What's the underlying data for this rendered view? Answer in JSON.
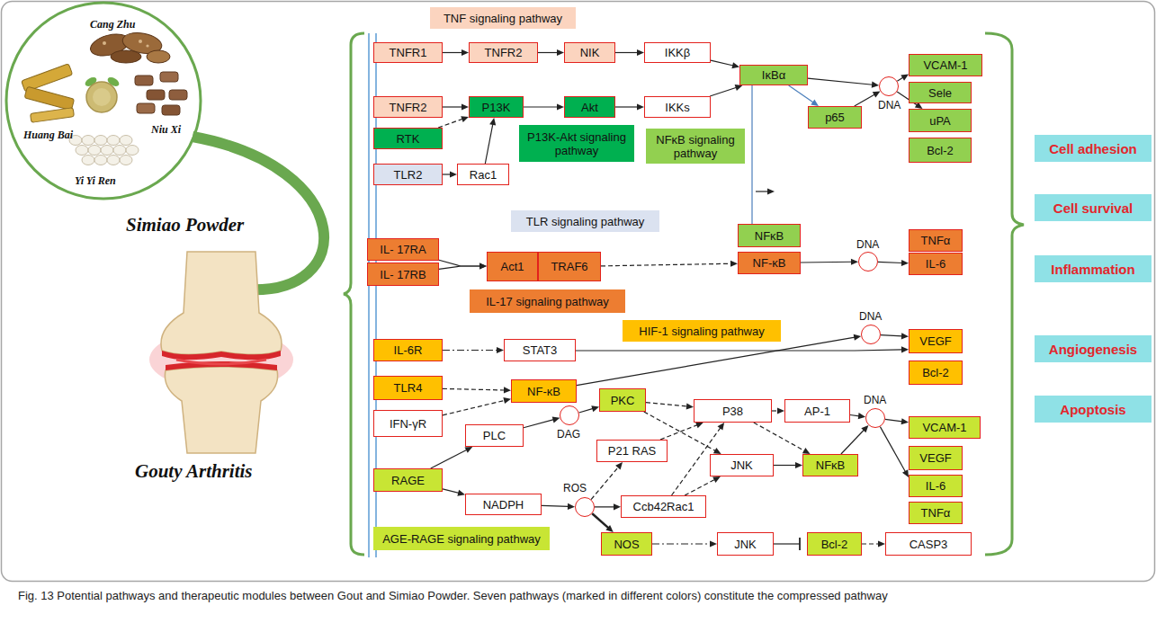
{
  "diagram": {
    "caption": "Fig. 13 Potential pathways and therapeutic modules between Gout and Simiao Powder. Seven pathways (marked in different colors) constitute the compressed pathway",
    "nodes": [
      {
        "text": [
          "TNF signaling pathway"
        ]
      },
      {
        "text": [
          "TNFR1"
        ]
      },
      {
        "text": [
          "TNFR2"
        ]
      },
      {
        "text": [
          "NIK"
        ]
      },
      {
        "text": [
          "IKKβ"
        ]
      },
      {
        "text": [
          "IκBα"
        ]
      },
      {
        "text": [
          "DNA"
        ]
      },
      {
        "text": [
          "VCAM-1"
        ]
      },
      {
        "text": [
          "Sele"
        ]
      },
      {
        "text": [
          "uPA"
        ]
      },
      {
        "text": [
          "Bcl-2"
        ]
      },
      {
        "text": [
          "p65"
        ]
      },
      {
        "text": [
          "TNFR2"
        ]
      },
      {
        "text": [
          "P13K"
        ]
      },
      {
        "text": [
          "Akt"
        ]
      },
      {
        "text": [
          "IKKs"
        ]
      },
      {
        "text": [
          "RTK"
        ]
      },
      {
        "text": [
          "P13K-Akt signaling pathway"
        ]
      },
      {
        "text": [
          "NFκB signaling pathway"
        ]
      },
      {
        "text": [
          "TLR2"
        ]
      },
      {
        "text": [
          "Rac1"
        ]
      },
      {
        "text": [
          "TLR signaling pathway"
        ]
      },
      {
        "text": [
          "NFκB"
        ]
      },
      {
        "text": [
          "IL- 17RA"
        ]
      },
      {
        "text": [
          "IL- 17RB"
        ]
      },
      {
        "text": [
          "Act1"
        ]
      },
      {
        "text": [
          "TRAF6"
        ]
      },
      {
        "text": [
          "NF-κB"
        ]
      },
      {
        "text": [
          "DNA"
        ]
      },
      {
        "text": [
          "TNFα"
        ]
      },
      {
        "text": [
          "IL-6"
        ]
      },
      {
        "text": [
          "IL-17 signaling pathway"
        ]
      },
      {
        "text": [
          "HIF-1 signaling pathway"
        ]
      },
      {
        "text": [
          "DNA"
        ]
      },
      {
        "text": [
          "IL-6R"
        ]
      },
      {
        "text": [
          "STAT3"
        ]
      },
      {
        "text": [
          "VEGF"
        ]
      },
      {
        "text": [
          "Bcl-2"
        ]
      },
      {
        "text": [
          "TLR4"
        ]
      },
      {
        "text": [
          "NF-κB"
        ]
      },
      {
        "text": [
          "IFN-γR"
        ]
      },
      {
        "text": [
          "PKC"
        ]
      },
      {
        "text": [
          "DAG"
        ]
      },
      {
        "text": [
          "P38"
        ]
      },
      {
        "text": [
          "AP-1"
        ]
      },
      {
        "text": [
          "DNA"
        ]
      },
      {
        "text": [
          "PLC"
        ]
      },
      {
        "text": [
          "P21 RAS"
        ]
      },
      {
        "text": [
          "JNK"
        ]
      },
      {
        "text": [
          "NFκB"
        ]
      },
      {
        "text": [
          "VCAM-1"
        ]
      },
      {
        "text": [
          "VEGF"
        ]
      },
      {
        "text": [
          "IL-6"
        ]
      },
      {
        "text": [
          "TNFα"
        ]
      },
      {
        "text": [
          "RAGE"
        ]
      },
      {
        "text": [
          "NADPH"
        ]
      },
      {
        "text": [
          "ROS"
        ]
      },
      {
        "text": [
          "Ccb42Rac1"
        ]
      },
      {
        "text": [
          "AGE-RAGE signaling pathway"
        ]
      },
      {
        "text": [
          "NOS"
        ]
      },
      {
        "text": [
          "JNK"
        ]
      },
      {
        "text": [
          "Bcl-2"
        ]
      },
      {
        "text": [
          "CASP3"
        ]
      },
      {
        "text": [
          "Cell adhesion"
        ]
      },
      {
        "text": [
          "Cell survival"
        ]
      },
      {
        "text": [
          "Inflammation"
        ]
      },
      {
        "text": [
          "Angiogenesis"
        ]
      },
      {
        "text": [
          "Apoptosis"
        ]
      }
    ],
    "edges": [
      {
        "from": 1,
        "to": 2,
        "arrow": "to"
      },
      {
        "from": 2,
        "to": 3,
        "arrow": "to"
      },
      {
        "from": 3,
        "to": 4,
        "arrow": "to"
      },
      {
        "from": 4,
        "to": 5,
        "arrow": "to"
      },
      {
        "from": 5,
        "to": 6,
        "arrow": "to"
      },
      {
        "from": 5,
        "to": 11,
        "arrow": "to"
      },
      {
        "from": 5,
        "to": 22,
        "arrow": "none"
      },
      {
        "from": 11,
        "to": 6,
        "arrow": "to"
      },
      {
        "from": 6,
        "to": 7,
        "arrow": "to"
      },
      {
        "from": 6,
        "to": 9,
        "arrow": "to"
      },
      {
        "from": 12,
        "to": 13,
        "arrow": "to"
      },
      {
        "from": 13,
        "to": 14,
        "arrow": "to"
      },
      {
        "from": 14,
        "to": 15,
        "arrow": "to"
      },
      {
        "from": 15,
        "to": 5,
        "arrow": "to"
      },
      {
        "from": 16,
        "to": 13,
        "arrow": "to"
      },
      {
        "from": 19,
        "to": 20,
        "arrow": "to"
      },
      {
        "from": 20,
        "to": 13,
        "arrow": "to"
      },
      {
        "from": 23,
        "to": 25,
        "arrow": "to"
      },
      {
        "from": 24,
        "to": 25,
        "arrow": "to"
      },
      {
        "from": 26,
        "to": 27,
        "arrow": "to"
      },
      {
        "from": 27,
        "to": 28,
        "arrow": "to"
      },
      {
        "from": 28,
        "to": 30,
        "arrow": "to"
      },
      {
        "from": 34,
        "to": 35,
        "arrow": "to"
      },
      {
        "from": 35,
        "to": 36,
        "arrow": "to"
      },
      {
        "from": 38,
        "to": 39,
        "arrow": "to"
      },
      {
        "from": 40,
        "to": 39,
        "arrow": "to"
      },
      {
        "from": 39,
        "to": 33,
        "arrow": "to"
      },
      {
        "from": 33,
        "to": 36,
        "arrow": "to"
      },
      {
        "from": 54,
        "to": 46,
        "arrow": "to"
      },
      {
        "from": 54,
        "to": 55,
        "arrow": "to"
      },
      {
        "from": 46,
        "to": 42,
        "arrow": "to"
      },
      {
        "from": 42,
        "to": 41,
        "arrow": "to"
      },
      {
        "from": 41,
        "to": 43,
        "arrow": "to"
      },
      {
        "from": 41,
        "to": 48,
        "arrow": "to"
      },
      {
        "from": 47,
        "to": 43,
        "arrow": "to"
      },
      {
        "from": 55,
        "to": 56,
        "arrow": "to"
      },
      {
        "from": 56,
        "to": 47,
        "arrow": "to"
      },
      {
        "from": 56,
        "to": 57,
        "arrow": "to"
      },
      {
        "from": 56,
        "to": 59,
        "arrow": "to"
      },
      {
        "from": 57,
        "to": 43,
        "arrow": "to"
      },
      {
        "from": 57,
        "to": 48,
        "arrow": "to"
      },
      {
        "from": 43,
        "to": 44,
        "arrow": "to"
      },
      {
        "from": 43,
        "to": 49,
        "arrow": "to"
      },
      {
        "from": 48,
        "to": 49,
        "arrow": "to"
      },
      {
        "from": 44,
        "to": 45,
        "arrow": "to"
      },
      {
        "from": 49,
        "to": 45,
        "arrow": "to"
      },
      {
        "from": 45,
        "to": 50,
        "arrow": "to"
      },
      {
        "from": 45,
        "to": 52,
        "arrow": "to"
      },
      {
        "from": 59,
        "to": 60,
        "arrow": "to"
      },
      {
        "from": 60,
        "to": 61,
        "arrow": "none"
      },
      {
        "from": 61,
        "to": 62,
        "arrow": "to"
      }
    ],
    "labels": [
      "Cang Zhu",
      "Huang Bai",
      "Niu Xi",
      "Yi Yi Ren",
      "Simiao Powder",
      "Gouty Arthritis"
    ]
  }
}
